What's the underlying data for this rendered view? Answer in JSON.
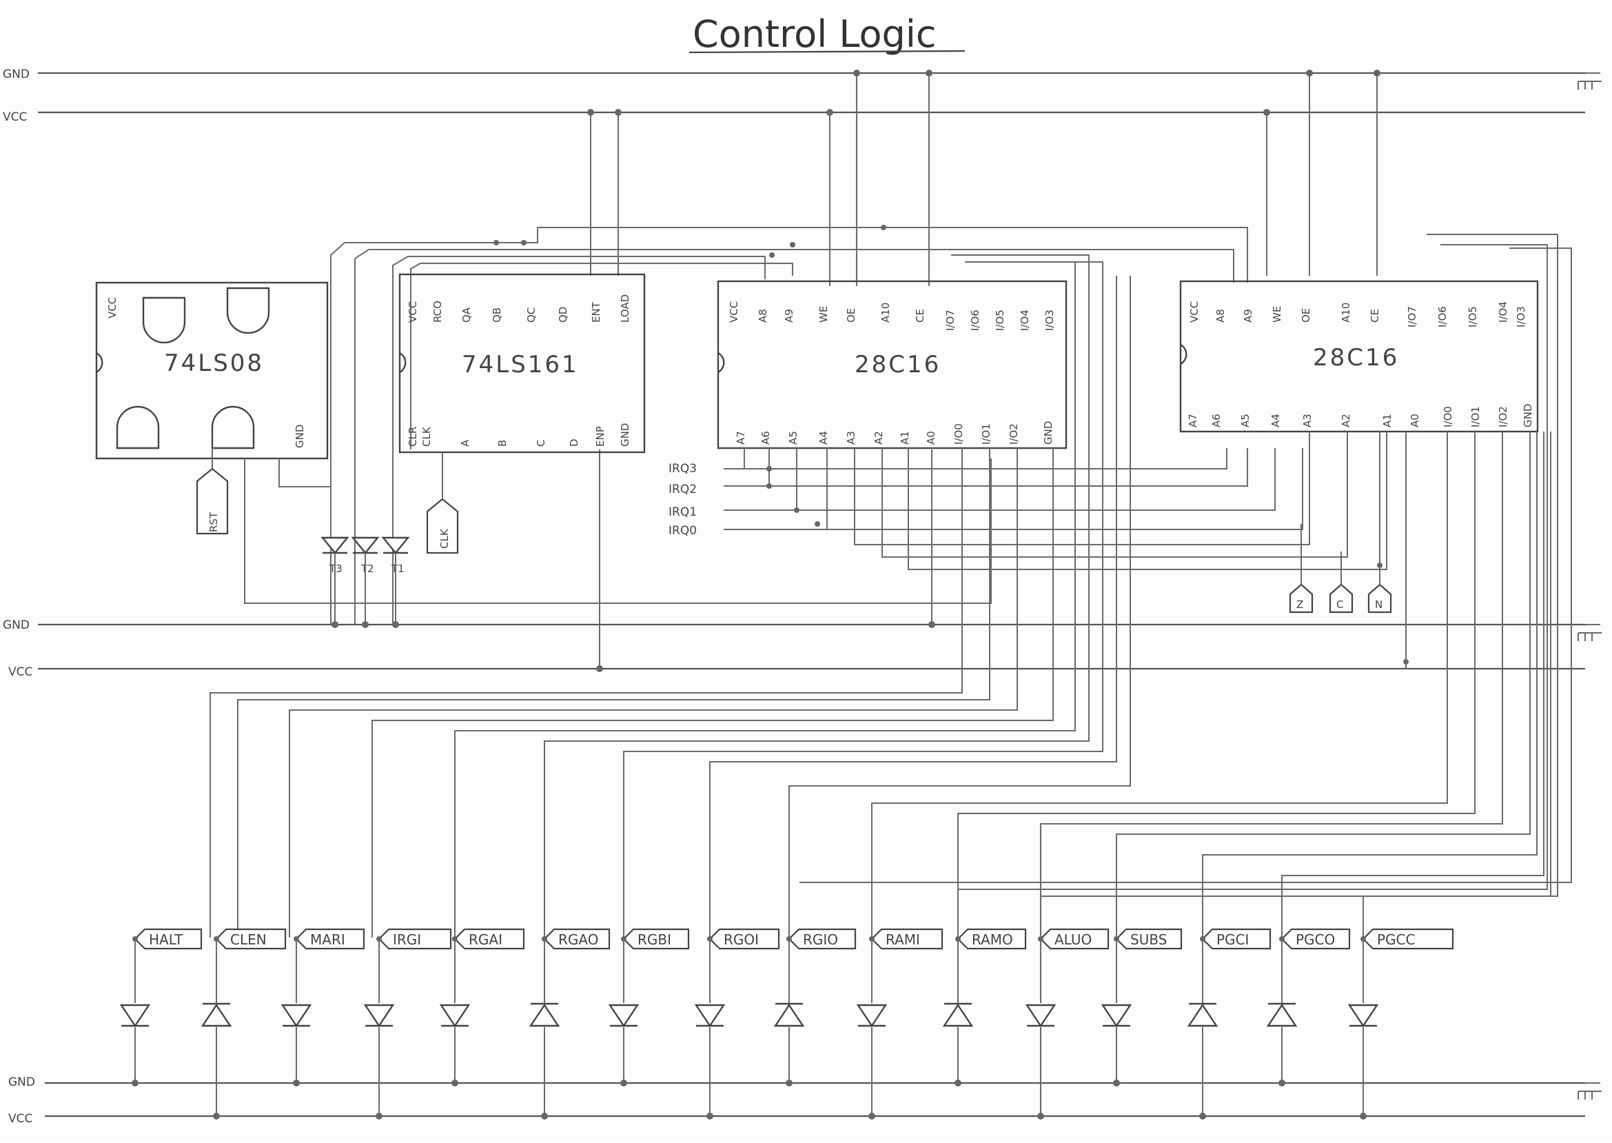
{
  "title": "Control Logic",
  "rails": [
    {
      "label": "GND"
    },
    {
      "label": "VCC"
    },
    {
      "label": "GND"
    },
    {
      "label": "VCC"
    },
    {
      "label": "GND"
    },
    {
      "label": "VCC"
    }
  ],
  "chips": {
    "and_gate": {
      "label": "74LS08",
      "pins_top": [
        "VCC"
      ],
      "pins_bottom": [
        "GND"
      ]
    },
    "counter": {
      "label": "74LS161",
      "pins_top": [
        "VCC",
        "RCO",
        "QA",
        "QB",
        "QC",
        "QD",
        "ENT",
        "LOAD"
      ],
      "pins_bottom": [
        "CLR",
        "CLK",
        "A",
        "B",
        "C",
        "D",
        "ENP",
        "GND"
      ]
    },
    "eeprom_1": {
      "label": "28C16",
      "pins_top": [
        "VCC",
        "A8",
        "A9",
        "WE",
        "OE",
        "A10",
        "CE",
        "I/O7",
        "I/O6",
        "I/O5",
        "I/O4",
        "I/O3"
      ],
      "pins_bottom": [
        "A7",
        "A6",
        "A5",
        "A4",
        "A3",
        "A2",
        "A1",
        "A0",
        "I/O0",
        "I/O1",
        "I/O2",
        "GND"
      ]
    },
    "eeprom_2": {
      "label": "28C16",
      "pins_top": [
        "VCC",
        "A8",
        "A9",
        "WE",
        "OE",
        "A10",
        "CE",
        "I/O7",
        "I/O6",
        "I/O5",
        "I/O4",
        "I/O3"
      ],
      "pins_bottom": [
        "A7",
        "A6",
        "A5",
        "A4",
        "A3",
        "A2",
        "A1",
        "A0",
        "I/O0",
        "I/O1",
        "I/O2",
        "GND"
      ]
    }
  },
  "inputs": {
    "reset": "RST",
    "clock": "CLK",
    "irq": [
      "IRQ3",
      "IRQ2",
      "IRQ1",
      "IRQ0"
    ],
    "flags": [
      "Z",
      "C",
      "N"
    ]
  },
  "timing_leds": [
    "T3",
    "T2",
    "T1"
  ],
  "control_signals": [
    "HALT",
    "CLEN",
    "MARI",
    "IRGI",
    "RGAI",
    "RGAO",
    "RGBI",
    "RGOI",
    "RGIO",
    "RAMI",
    "RAMO",
    "ALUO",
    "SUBS",
    "PGCI",
    "PGCO",
    "PGCC"
  ]
}
